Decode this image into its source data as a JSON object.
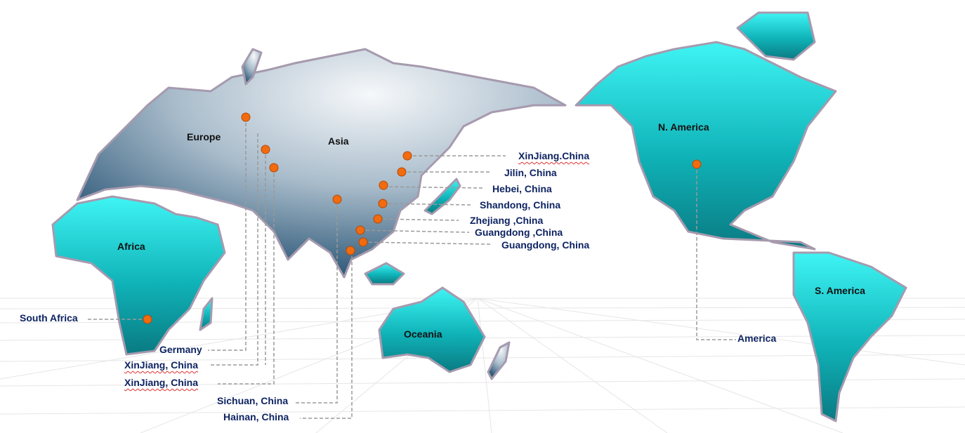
{
  "continents": {
    "europe": "Europe",
    "asia": "Asia",
    "africa": "Africa",
    "north_america": "N. America",
    "south_america": "S. America",
    "oceania": "Oceania"
  },
  "locations": [
    {
      "label": "XinJiang.China"
    },
    {
      "label": "Jilin, China"
    },
    {
      "label": "Hebei, China"
    },
    {
      "label": "Shandong, China"
    },
    {
      "label": "Zhejiang ,China"
    },
    {
      "label": "Guangdong ,China"
    },
    {
      "label": "Guangdong, China"
    },
    {
      "label": "South Africa"
    },
    {
      "label": "Germany"
    },
    {
      "label": "XinJiang, China"
    },
    {
      "label": "XinJiang, China"
    },
    {
      "label": "Sichuan, China"
    },
    {
      "label": "Hainan, China"
    },
    {
      "label": "America"
    }
  ],
  "colors": {
    "marker": "#f26b0f",
    "label": "#0e2462",
    "leader": "#9a9a9a",
    "teal_light": "#3ff2f2",
    "teal_dark": "#0a7f86",
    "asia_light": "#f2f4f6",
    "asia_dark": "#2d5878"
  }
}
